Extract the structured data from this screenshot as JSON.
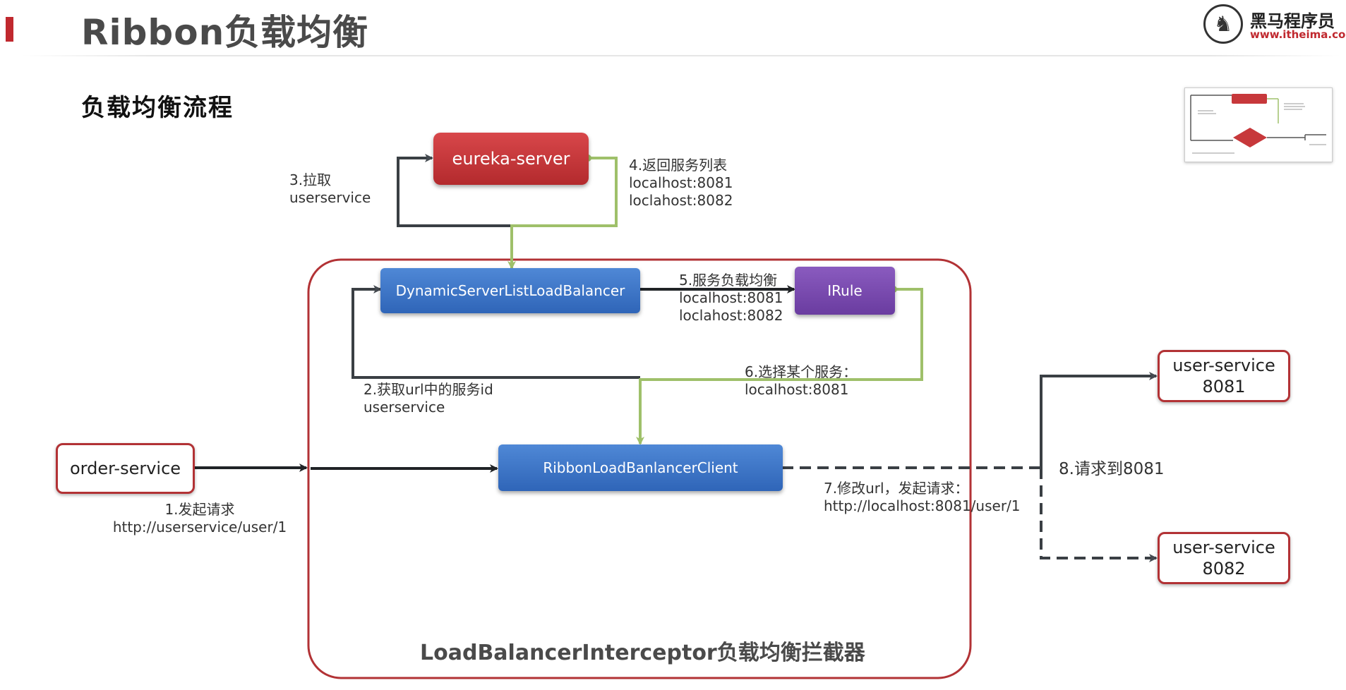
{
  "header": {
    "title": "Ribbon负载均衡",
    "section_title": "负载均衡流程"
  },
  "logo": {
    "name": "黑马程序员",
    "url": "www.itheima.com"
  },
  "diagram": {
    "container_title": "LoadBalancerInterceptor负载均衡拦截器",
    "nodes": {
      "eureka_server": "eureka-server",
      "dynamic_lb": "DynamicServerListLoadBalancer",
      "irule": "IRule",
      "ribbon_client": "RibbonLoadBanlancerClient",
      "order_service": "order-service",
      "user_service_8081": {
        "name": "user-service",
        "port": "8081"
      },
      "user_service_8082": {
        "name": "user-service",
        "port": "8082"
      }
    },
    "steps": {
      "step1": {
        "title": "1.发起请求",
        "detail": "http://userservice/user/1"
      },
      "step2": {
        "title": "2.获取url中的服务id",
        "detail": "userservice"
      },
      "step3": {
        "title": "3.拉取",
        "detail": "userservice"
      },
      "step4": {
        "title": "4.返回服务列表",
        "line1": "localhost:8081",
        "line2": "loclahost:8082"
      },
      "step5": {
        "title": "5.服务负载均衡",
        "line1": "localhost:8081",
        "line2": "loclahost:8082"
      },
      "step6": {
        "title": "6.选择某个服务：",
        "detail": "localhost:8081"
      },
      "step7": {
        "title": "7.修改url，发起请求：",
        "detail": "http://localhost:8081/user/1"
      },
      "step8": {
        "title": "8.请求到8081"
      }
    }
  },
  "colors": {
    "accent_red": "#c0282e",
    "container_border": "#b23235",
    "flow_dark": "#3a3f44",
    "flow_green": "#9fc06a",
    "node_blue": "#3a72c4",
    "node_purple": "#7b4bb3",
    "node_red": "#c7383b"
  }
}
